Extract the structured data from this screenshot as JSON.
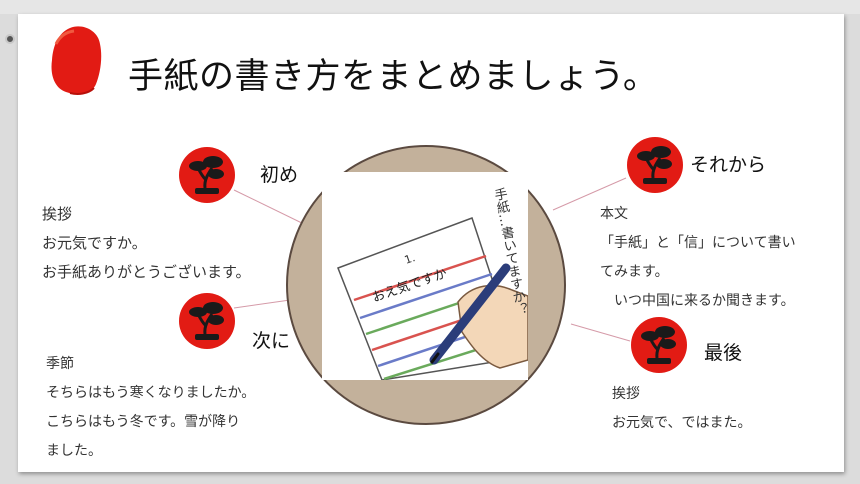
{
  "title": "手紙の書き方をまとめましょう。",
  "sections": {
    "first": {
      "heading": "初め",
      "lines": [
        "挨拶",
        "お元気ですか。",
        "お手紙ありがとうございます。"
      ]
    },
    "next": {
      "heading": "次に",
      "lines": [
        "季節",
        "そちらはもう寒くなりましたか。",
        "こちらはもう冬です。雪が降り",
        "ました。"
      ]
    },
    "then": {
      "heading": "それから",
      "lines": [
        "本文",
        "「手紙」と「信」について書い",
        "てみます。",
        "　いつ中国に来るか聞きます。"
      ]
    },
    "last": {
      "heading": "最後",
      "lines": [
        "挨拶",
        "お元気で、ではまた。"
      ]
    }
  },
  "illustration": {
    "note": "手紙…書いてますか？",
    "paper_text": "おえ気ですか",
    "line_number": "1."
  },
  "colors": {
    "accent": "#e21b14",
    "circle": "#c3b19b",
    "connector": "#d59aa8"
  },
  "icons": [
    "red-blob-icon",
    "bonsai-badge-icon"
  ]
}
